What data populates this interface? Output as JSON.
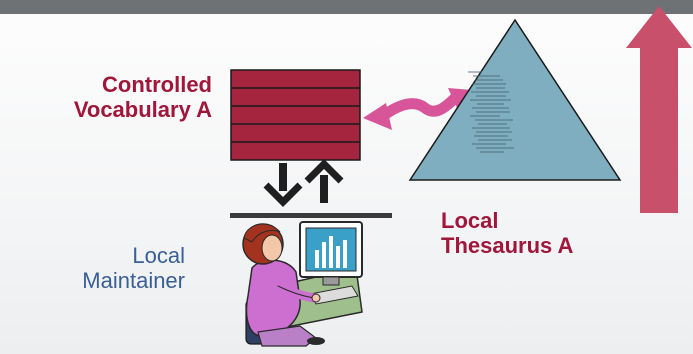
{
  "header": {
    "bar_color": "#6f7275"
  },
  "labels": {
    "controlled_vocabulary": [
      "Controlled",
      "Vocabulary A"
    ],
    "local_maintainer": [
      "Local",
      "Maintainer"
    ],
    "local_thesaurus": [
      "Local",
      "Thesaurus A"
    ]
  },
  "colors": {
    "accent_red": "#a0173b",
    "maintainer_blue": "#3a5f94",
    "vocab_block": "#a5253f",
    "pyramid": "#7eaec0",
    "link_arrow": "#d8559a",
    "up_arrow": "#c8506a"
  },
  "icons": {
    "vocab": "stacked-records-icon",
    "link": "bidirectional-arrow-icon",
    "sync_down": "arrow-down-icon",
    "sync_up": "arrow-up-icon",
    "thesaurus": "pyramid-icon",
    "hierarchy": "up-arrow-icon",
    "maintainer": "person-at-computer-icon"
  }
}
